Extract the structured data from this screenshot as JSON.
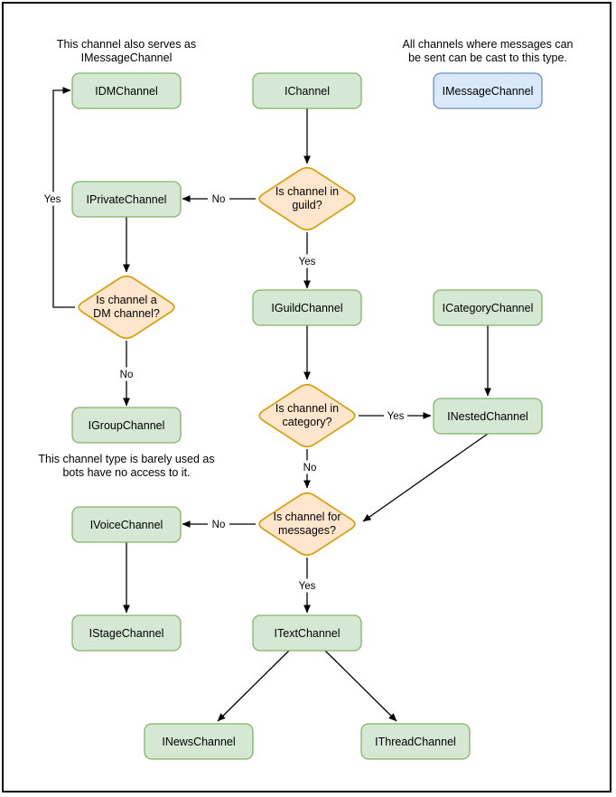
{
  "colors": {
    "node_fill": "#d5e8d4",
    "node_stroke": "#82b366",
    "decision_fill": "#ffe6cc",
    "decision_stroke": "#d79b00",
    "highlight_fill": "#dae8fc",
    "highlight_stroke": "#6c8ebf",
    "edge_color": "#000000",
    "page_border": "#000000"
  },
  "notes": {
    "serves": {
      "line1": "This channel also serves as",
      "line2": "IMessageChannel"
    },
    "cast": {
      "line1": "All channels where messages can",
      "line2": "be sent can be cast to this type."
    },
    "barely_used": {
      "line1": "This channel type is barely used as",
      "line2": "bots have no access to it."
    }
  },
  "nodes": {
    "idmchannel": {
      "label": "IDMChannel"
    },
    "ichannel": {
      "label": "IChannel"
    },
    "imessagechannel": {
      "label": "IMessageChannel"
    },
    "iprivatechannel": {
      "label": "IPrivateChannel"
    },
    "iguildchannel": {
      "label": "IGuildChannel"
    },
    "icategorychannel": {
      "label": "ICategoryChannel"
    },
    "igroupchannel": {
      "label": "IGroupChannel"
    },
    "inestedchannel": {
      "label": "INestedChannel"
    },
    "ivoicechannel": {
      "label": "IVoiceChannel"
    },
    "istagechannel": {
      "label": "IStageChannel"
    },
    "itextchannel": {
      "label": "ITextChannel"
    },
    "inewschannel": {
      "label": "INewsChannel"
    },
    "ithreadchannel": {
      "label": "IThreadChannel"
    }
  },
  "decisions": {
    "in_guild": {
      "line1": "Is channel in",
      "line2": "guild?"
    },
    "is_dm": {
      "line1": "Is channel a",
      "line2": "DM channel?"
    },
    "in_category": {
      "line1": "Is channel in",
      "line2": "category?"
    },
    "for_messages": {
      "line1": "Is channel for",
      "line2": "messages?"
    }
  },
  "edge_labels": {
    "guild_no": "No",
    "guild_yes": "Yes",
    "dm_yes": "Yes",
    "dm_no": "No",
    "category_yes": "Yes",
    "category_no": "No",
    "messages_no": "No",
    "messages_yes": "Yes"
  }
}
